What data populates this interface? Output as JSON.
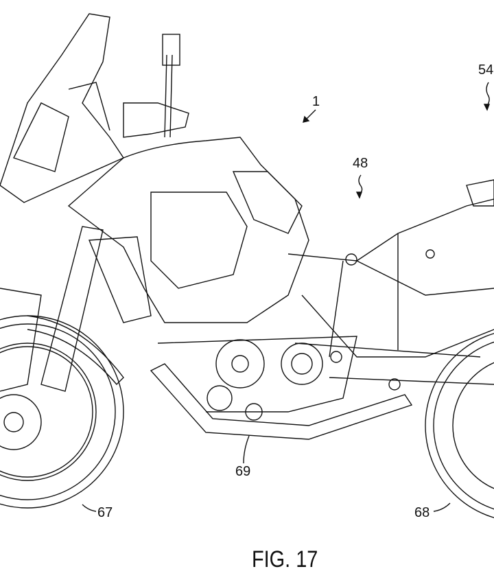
{
  "figure": {
    "caption": "FIG. 17",
    "labels": {
      "vehicle": "1",
      "frame": "48",
      "rear": "54",
      "front_wheel": "67",
      "rear_wheel": "68",
      "engine_guard": "69"
    }
  }
}
